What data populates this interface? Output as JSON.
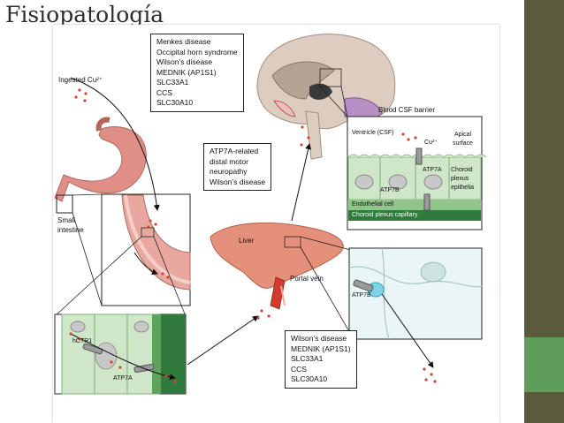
{
  "title": "Fisiopatología",
  "diagram": {
    "ingested_label": "Ingested Cu²⁺",
    "small_intestine": [
      "Small",
      "intestine"
    ],
    "brain_box": [
      "Menkes disease",
      "Occipital horn syndrome",
      "Wilson’s disease",
      "MEDNIK (AP1S1)",
      "SLC33A1",
      "CCS",
      "SLC30A10"
    ],
    "atp7a_box": [
      "ATP7A-related",
      "distal motor",
      "neuropathy",
      "Wilson’s disease"
    ],
    "liver_box": [
      "Wilson’s disease",
      "MEDNIK (AP1S1)",
      "SLC33A1",
      "CCS",
      "SLC30A10"
    ],
    "blood_csf_barrier": "Blood CSF barrier",
    "ventricle": "Ventricle (CSF)",
    "cu_label": "Cu²⁺",
    "apical": [
      "Apical",
      "surface"
    ],
    "atp7a": "ATP7A",
    "atp7b": "ATP7B",
    "choroid": [
      "Choroid",
      "plexus",
      "epithelia"
    ],
    "endothelial": "Endothelial cell",
    "capillary": "Choroid plexus capillary",
    "liver": "Liver",
    "portal_vein": "Portal vein",
    "hctr1": "hCTR1"
  },
  "colors": {
    "sidebar": "#5b5b3c",
    "accent": "#5f9e5a",
    "copper": "#d9452f",
    "stomach": "#e08f86",
    "liver": "#e5907a",
    "epithelium": "#cfe6c8"
  }
}
